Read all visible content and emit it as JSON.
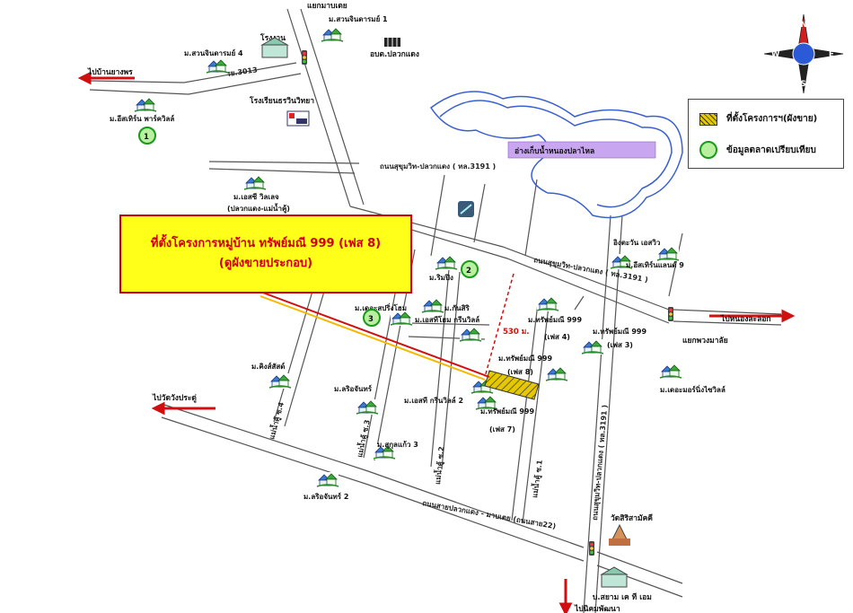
{
  "callout": {
    "line1": "ที่ตั้งโครงการหมู่บ้าน ทรัพย์มณี 999 (เฟส 8)",
    "line2": "(ดูผังขายประกอบ)"
  },
  "legend": {
    "project_site": "ที่ตั้งโครงการฯ(ผังขาย)",
    "market_comparison": "ข้อมูลตลาดเปรียบเทียบ"
  },
  "compass": {
    "n": "N",
    "s": "S",
    "e": "E",
    "w": "W"
  },
  "reservoir": "อ่างเก็บน้ำหนองปลาไหล",
  "roads": {
    "sukhumvit_north": "ถนนสุขุมวิท-ปลวกแดง ( ทล.3191 )",
    "sukhumvit_mid": "ถนนสุขุมวิท-ปลวกแดง ( ทล.3191 )",
    "sukhumvit_vertical": "ถนนสุขุมวิท-ปลวกแดง ( ทล.3191 )",
    "bottom_road": "ถนนสายปลวกแดง - มาบเตย (ถนนสาย22)",
    "rayong_3013": "รย.3013",
    "soi_4": "แม่น้ำคู้ ซ.4",
    "soi_3": "แม่น้ำคู้ ซ.3",
    "soi_2": "แม่น้ำคู้ ซ.2",
    "soi_1": "แม่น้ำคู้ ซ.1"
  },
  "directions": {
    "to_ban_yang": "ไปบ้านยางพร",
    "to_wat_wang": "ไปวัดวังประดู่",
    "to_nong_la_lok": "ไปหนองละลอก",
    "to_nikhom": "ไปนิคมพัฒนา"
  },
  "places": {
    "mab_tai": "แยกมาบเตย",
    "factory": "โรงงาน",
    "school": "โรงเรียนธรวินวิทยา",
    "subdistrict": "อบต.ปลวกแดง",
    "tri_junction": "แยกพวงมาลัย",
    "temple": "วัดสิริสามัคคี",
    "siam_gtm": "บ.สยาม เค ที เอม"
  },
  "villages": {
    "suan_jindarat_1": "ม.สวนจินดารมย์ 1",
    "suan_jindarat_4": "ม.สวนจินดารมย์ 4",
    "easterne_park": "ม.อีสเทิร์น พาร์ควิลล์",
    "mc_village": "ม.เอสซี วิลเลจ",
    "mc_village_sub": "(ปลวกแดง-แม่น้ำคู้)",
    "ribing": "ม.ริมปิง",
    "lada_spring": "ม.เดอะสปริ่งโฮม",
    "kansiri": "ม.กันสิริ",
    "esh_green": "ม.เอสทีโฮม กรีนวิลล์",
    "king_sado": "ม.คิงส์สัสด์",
    "lariachan": "ม.ลริอจันทร์",
    "est_green_2": "ม.เอสที กรีนวิลล์ 2",
    "sapmani_phase8": "ม.ทรัพย์มณี 999",
    "sapmani_phase8_sub": "(เฟส 8)",
    "sapmani_phase7": "ม.ทรัพย์มณี 999",
    "sapmani_phase7_sub": "(เฟส 7)",
    "sapmani_phase4": "ม.ทรัพย์มณี 999",
    "sapmani_phase4_sub": "(เฟส 4)",
    "sapmani_phase3": "ม.ทรัพย์มณี 999",
    "sapmani_phase3_sub": "(เฟส 3)",
    "suk_kaew_3": "ม.สุกุลแก้ว 3",
    "lariachan_2": "ม.ลริอจันทร์ 2",
    "ingtawan": "อิงตะวัน เอสวิว",
    "eastern_land_9": "ม.อีสเทิร์นแลนด์ 9",
    "the_mono": "ม.เดอะมอร์นิ่งไซวิลล์"
  },
  "distance": "530 ม.",
  "market_markers": [
    "1",
    "2",
    "3"
  ]
}
